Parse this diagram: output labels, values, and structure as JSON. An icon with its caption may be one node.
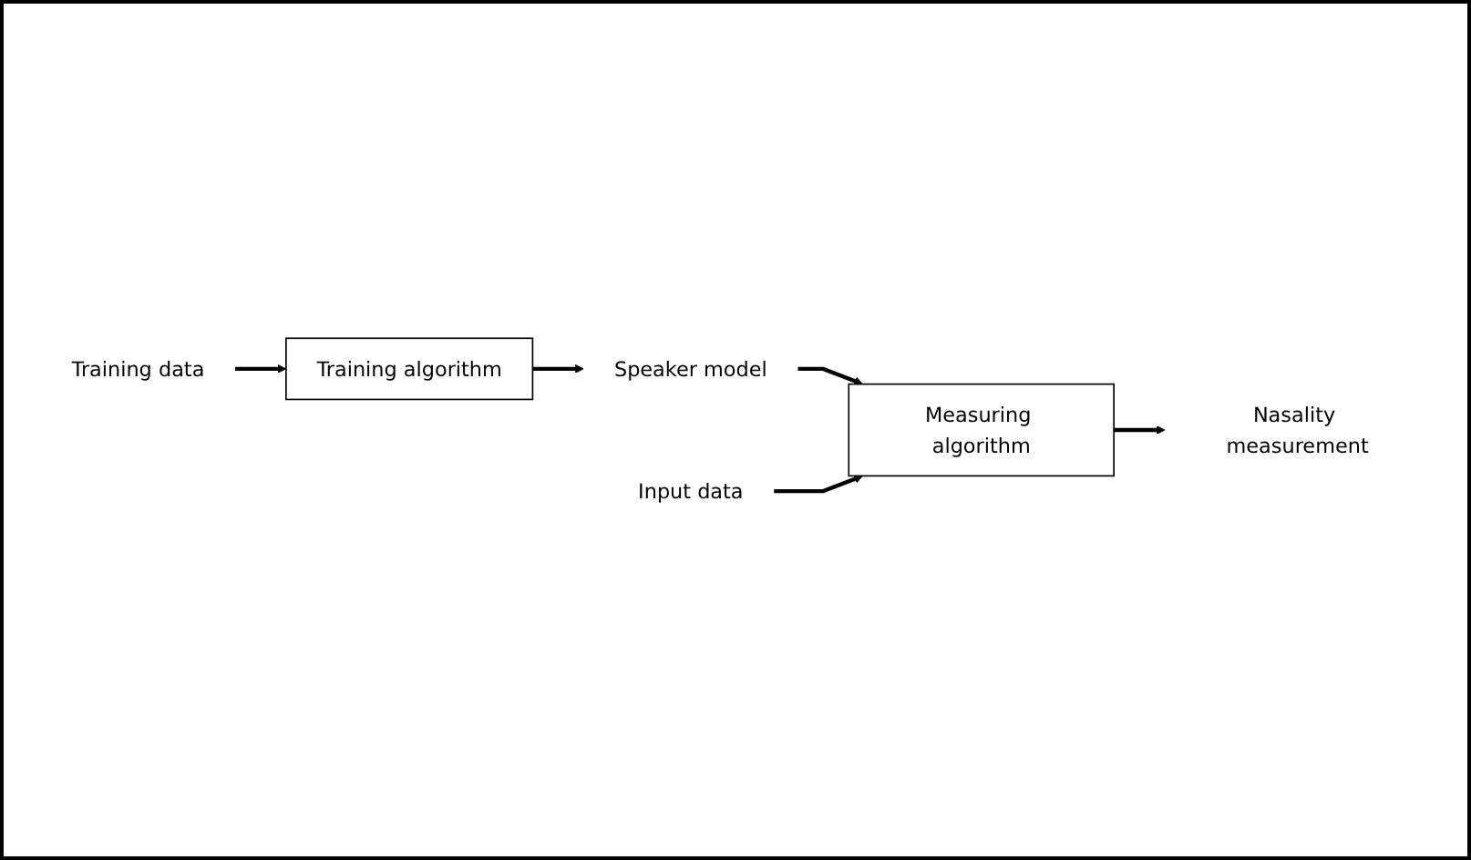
{
  "diagram": {
    "nodes": [
      {
        "text": [
          "Training data"
        ]
      },
      {
        "text": [
          "Training algorithm"
        ]
      },
      {
        "text": [
          "Speaker model"
        ]
      },
      {
        "text": [
          "Input data"
        ]
      },
      {
        "text": [
          "Measuring algorithm"
        ]
      },
      {
        "text": [
          "Nasality measurement"
        ]
      }
    ],
    "edges": [
      {
        "from": 0,
        "to": 1,
        "arrow": "to"
      },
      {
        "from": 1,
        "to": 2,
        "arrow": "to"
      },
      {
        "from": 2,
        "to": 4,
        "arrow": "to"
      },
      {
        "from": 3,
        "to": 4,
        "arrow": "to"
      },
      {
        "from": 4,
        "to": 5,
        "arrow": "to"
      }
    ]
  }
}
